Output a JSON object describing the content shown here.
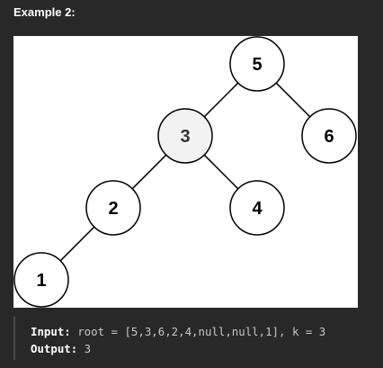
{
  "heading": "Example 2:",
  "tree": {
    "nodes": [
      {
        "id": "n5",
        "label": "5",
        "highlighted": false
      },
      {
        "id": "n3",
        "label": "3",
        "highlighted": true
      },
      {
        "id": "n6",
        "label": "6",
        "highlighted": false
      },
      {
        "id": "n2",
        "label": "2",
        "highlighted": false
      },
      {
        "id": "n4",
        "label": "4",
        "highlighted": false
      },
      {
        "id": "n1",
        "label": "1",
        "highlighted": false
      }
    ],
    "edges": [
      [
        "n5",
        "n3"
      ],
      [
        "n5",
        "n6"
      ],
      [
        "n3",
        "n2"
      ],
      [
        "n3",
        "n4"
      ],
      [
        "n2",
        "n1"
      ]
    ],
    "colors": {
      "node_fill": "#ffffff",
      "highlight_fill": "#f2f2f2",
      "stroke": "#000000",
      "text": "#000000",
      "highlight_text": "#333333"
    }
  },
  "io": {
    "input_label": "Input:",
    "input_value": " root = [5,3,6,2,4,null,null,1], k = 3",
    "output_label": "Output:",
    "output_value": " 3"
  }
}
